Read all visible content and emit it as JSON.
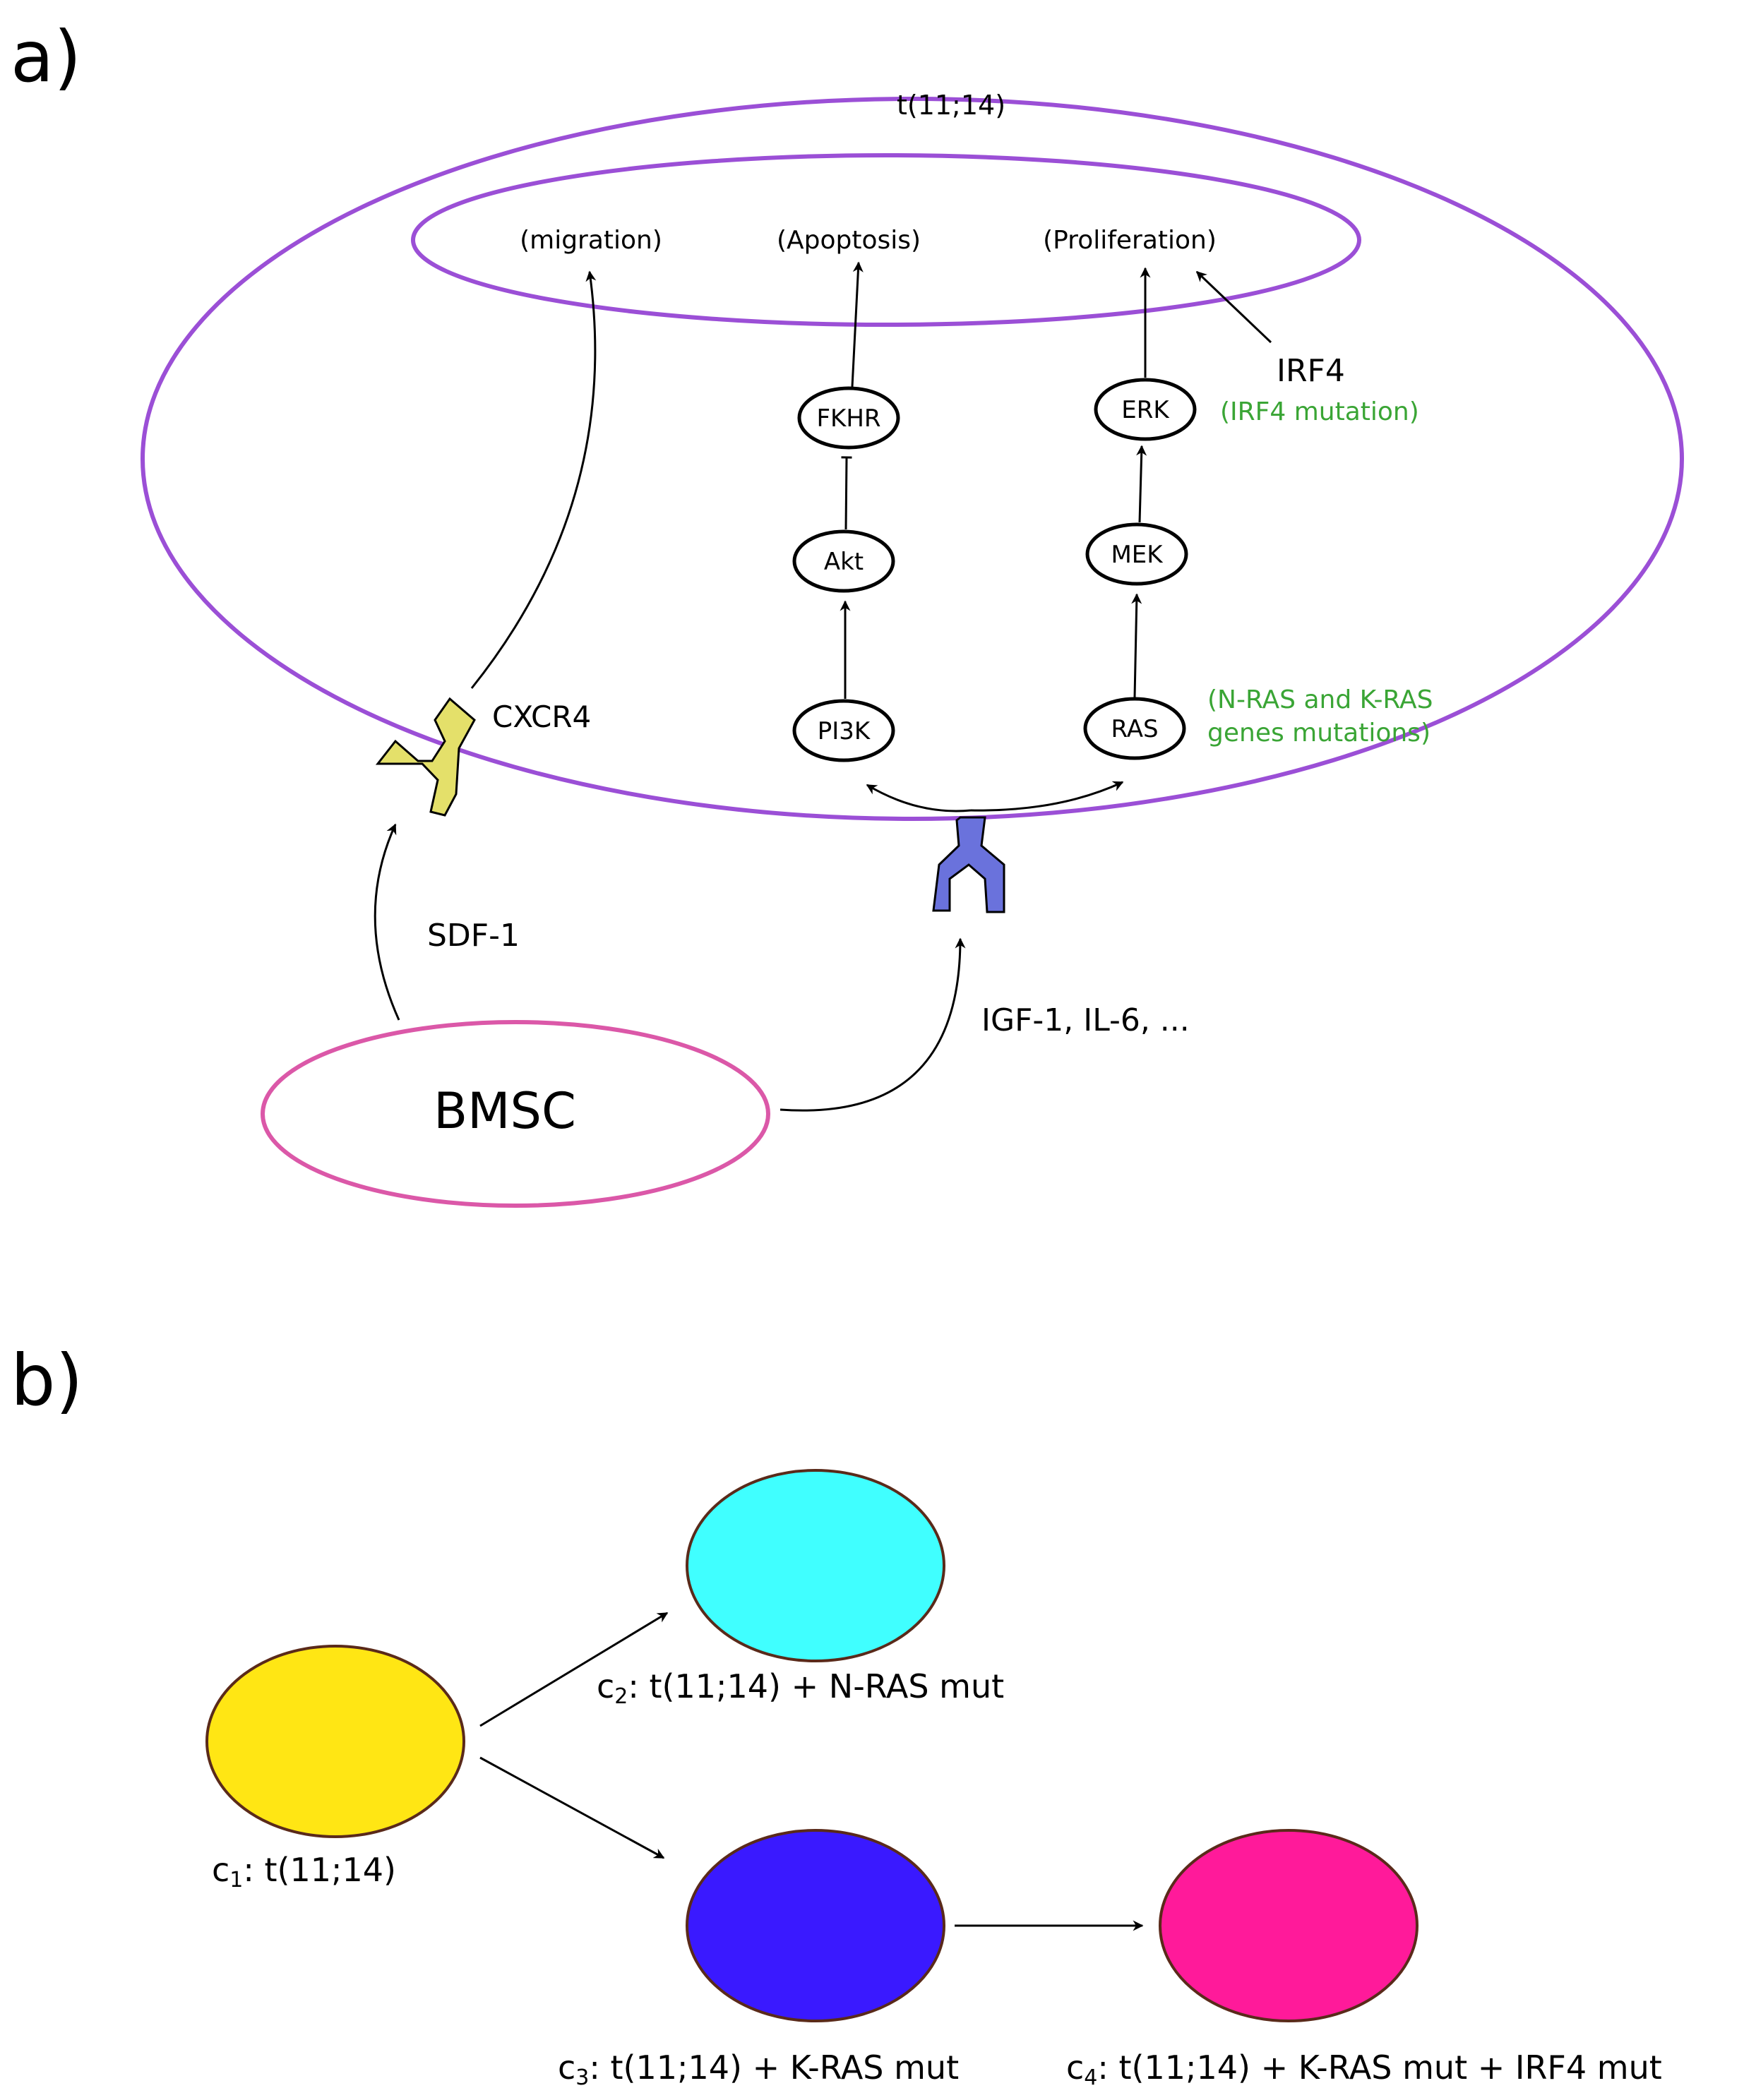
{
  "panels": {
    "a": "a)",
    "b": "b)"
  },
  "cell": {
    "title": "t(11;14)"
  },
  "outcomes": {
    "migration": "(migration)",
    "apoptosis": "(Apoptosis)",
    "proliferation": "(Proliferation)"
  },
  "nodes": {
    "fkhr": "FKHR",
    "akt": "Akt",
    "pi3k": "PI3K",
    "erk": "ERK",
    "mek": "MEK",
    "ras": "RAS"
  },
  "irf4": {
    "label": "IRF4",
    "mutation": "(IRF4 mutation)"
  },
  "ras_mutation": {
    "line1": "(N-RAS and K-RAS",
    "line2": "genes mutations)"
  },
  "receptors": {
    "cxcr4": "CXCR4"
  },
  "ligands": {
    "sdf1": "SDF-1",
    "growth": "IGF-1, IL-6, ..."
  },
  "bmsc": {
    "label": "BMSC"
  },
  "clones": {
    "c1": {
      "prefix": "c",
      "sub": "1",
      "text": ": t(11;14)",
      "color": "#FFE614"
    },
    "c2": {
      "prefix": "c",
      "sub": "2",
      "text": ": t(11;14) + N-RAS mut",
      "color": "#40FFFF"
    },
    "c3": {
      "prefix": "c",
      "sub": "3",
      "text": ": t(11;14) + K-RAS mut",
      "color": "#3A19FF"
    },
    "c4": {
      "prefix": "c",
      "sub": "4",
      "text": ": t(11;14) + K-RAS mut + IRF4 mut",
      "color": "#FF1A9A"
    }
  },
  "colors": {
    "cell_outline": "#9B4FD6",
    "bmsc_outline": "#DB58A8",
    "mutation_text": "#3AA535",
    "cxcr4_fill": "#E4E06A",
    "growth_receptor_fill": "#6A72DC",
    "clone_outline": "#5A2A1A"
  }
}
